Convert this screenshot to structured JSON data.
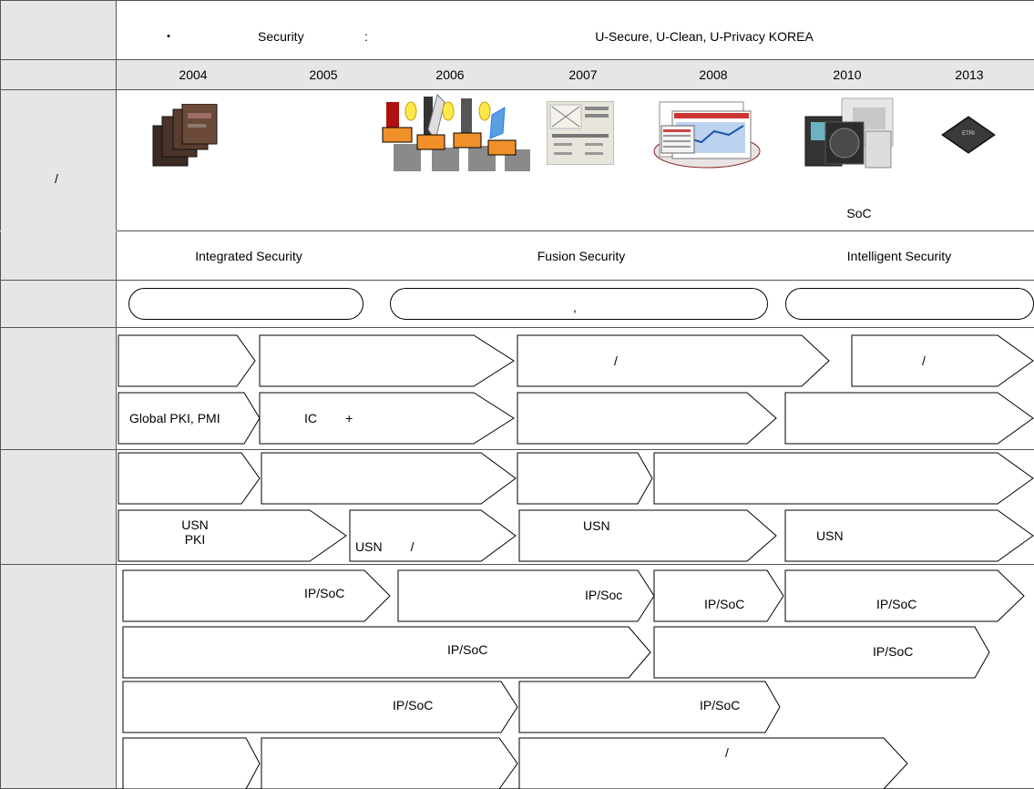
{
  "header": {
    "bullet": "・",
    "security": "Security",
    "colon": ":",
    "vision": "U-Secure, U-Clean, U-Privacy KOREA"
  },
  "years": [
    "2004",
    "2005",
    "2006",
    "2007",
    "2008",
    "2010",
    "2013"
  ],
  "left_labels": {
    "products": "/"
  },
  "product_row": {
    "soc_label": "SoC"
  },
  "security_stages": [
    "Integrated Security",
    "Fusion Security",
    "Intelligent Security"
  ],
  "phase_pills": [
    "",
    ",",
    ""
  ],
  "arrows": {
    "r1": [
      "",
      "",
      "/",
      "/"
    ],
    "r2": [
      "Global PKI, PMI",
      "IC        +",
      "",
      ""
    ],
    "r3": [
      "",
      "",
      "",
      ""
    ],
    "r4": [
      "USN\nPKI",
      "USN        /",
      "USN",
      "USN"
    ],
    "r5": [
      "IP/SoC",
      "IP/Soc",
      "IP/SoC",
      "IP/SoC"
    ],
    "r6": [
      "IP/SoC",
      "IP/SoC"
    ],
    "r7": [
      "IP/SoC",
      "IP/SoC"
    ],
    "r8": [
      "",
      "",
      "/"
    ]
  },
  "icons": [
    "smartcard-stack-icon",
    "network-security-devices-icon",
    "document-form-icon",
    "monitor-screens-icon",
    "chip-devices-icon",
    "soc-chip-icon"
  ]
}
